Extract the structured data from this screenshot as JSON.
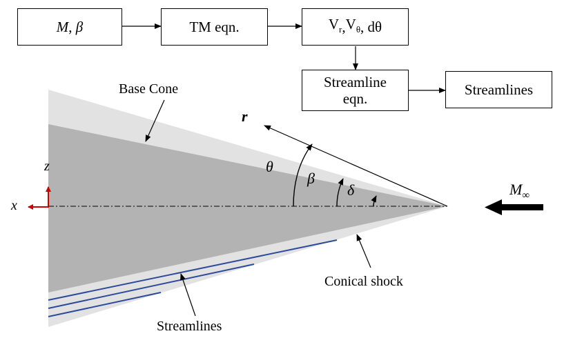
{
  "flow": {
    "box1": {
      "var1": "M",
      "sep": ", ",
      "var2": "β"
    },
    "box2": {
      "text": "TM eqn."
    },
    "box3": {
      "v": "V",
      "r": "r",
      "comma": ",",
      "v2": "V",
      "theta": "θ",
      "tail": ", dθ"
    },
    "box4": {
      "line1": "Streamline",
      "line2": "eqn."
    },
    "box5": {
      "text": "Streamlines"
    }
  },
  "diagram": {
    "base_cone_label": "Base Cone",
    "r_label": "r",
    "theta_label": "θ",
    "beta_label": "β",
    "delta_label": "δ",
    "z_label": "z",
    "x_label": "x",
    "mach_label": "M",
    "mach_sub": "∞",
    "conical_shock_label": "Conical shock",
    "streamlines_label": "Streamlines"
  },
  "colors": {
    "shock_region": "#e2e2e2",
    "cone_body": "#b3b3b3",
    "streamline": "#2c4a9c",
    "axis_arrow": "#cc0000"
  }
}
